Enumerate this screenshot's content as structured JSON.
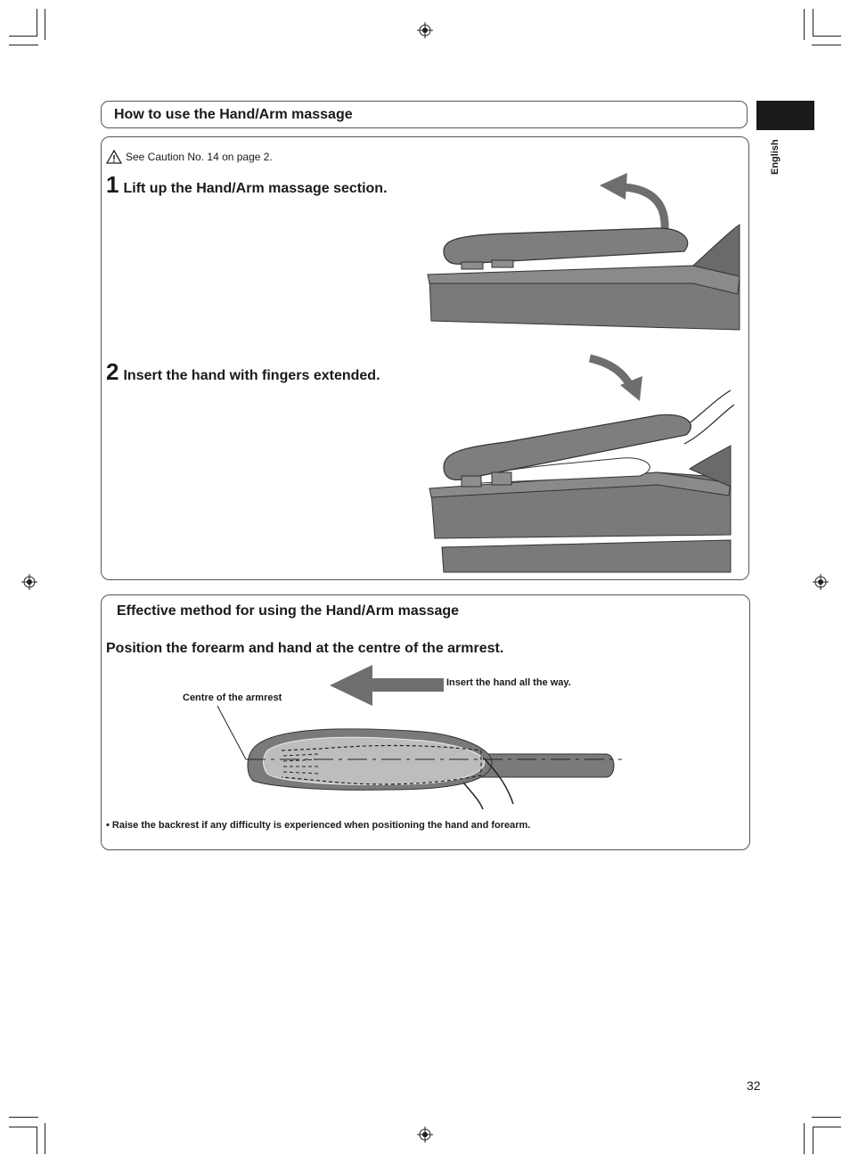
{
  "section": {
    "title": "How to use the Hand/Arm massage"
  },
  "sidebar": {
    "language": "English"
  },
  "caution": {
    "text": "See Caution No. 14 on page 2.",
    "icon": "warning-triangle-icon"
  },
  "steps": [
    {
      "number": "1",
      "text": "Lift up the Hand/Arm massage section."
    },
    {
      "number": "2",
      "text": "Insert the hand with fingers extended."
    }
  ],
  "effective": {
    "title": "Effective method for using the Hand/Arm massage",
    "instruction": "Position the forearm and hand at the centre of the armrest.",
    "label_centre": "Centre of the armrest",
    "label_insert": "Insert the hand all the way.",
    "note_bullet": "•",
    "note": "Raise the backrest if any difficulty is experienced when positioning the hand and forearm."
  },
  "page": {
    "number": "32"
  },
  "colors": {
    "illustration_gray": "#7a7a7a",
    "arrow_gray": "#6e6e6e",
    "tab_black": "#1a1a1a"
  }
}
